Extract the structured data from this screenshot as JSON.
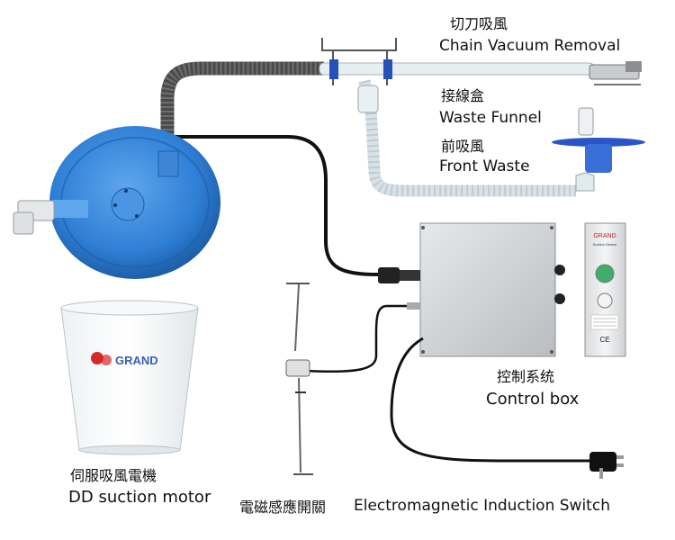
{
  "labels": {
    "chain_vacuum": {
      "zh": "切刀吸風",
      "en": "Chain Vacuum Removal"
    },
    "waste_funnel": {
      "zh": "接線盒",
      "en": "Waste Funnel"
    },
    "front_waste": {
      "zh": "前吸風",
      "en": "Front Waste"
    },
    "control_box": {
      "zh": "控制系统",
      "en": "Control box"
    },
    "suction_motor": {
      "zh": "伺服吸風電機",
      "en": "DD suction motor"
    },
    "em_switch": {
      "zh": "電磁感應開關",
      "en": "Electromagnetic Induction Switch"
    }
  },
  "bucket_logo": "GRAND",
  "panel": {
    "brand": "GRAND",
    "subtitle": "Suction Device",
    "ce_mark": "CE"
  },
  "colors": {
    "motor_blue": "#2f7fd6",
    "hose_gray": "#555555",
    "cable_black": "#111111",
    "box_gray": "#cfd2d4",
    "logo_red": "#d62828"
  },
  "icons": [
    "suction-motor-icon",
    "vacuum-hose-icon",
    "control-box-icon",
    "switch-panel-icon",
    "power-plug-icon",
    "waste-bucket-icon",
    "induction-switch-icon",
    "front-waste-nozzle-icon",
    "chain-vacuum-nozzle-icon"
  ]
}
